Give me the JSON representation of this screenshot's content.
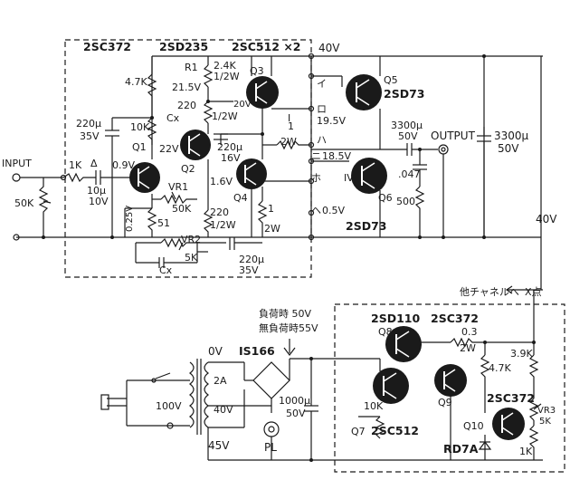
{
  "power_amp": {
    "transistor_types": {
      "t1": "2SC372",
      "t2": "2SD235",
      "t3": "2SC512 ×2",
      "t4": "2SD73",
      "t5": "2SD73"
    },
    "transistors": {
      "q1": "Q1",
      "q2": "Q2",
      "q3": "Q3",
      "q4": "Q4",
      "q5": "Q5",
      "q6": "Q6"
    },
    "resistors": {
      "r1_name": "R1",
      "r1_value": "2.4K",
      "r1_power": "1/2W",
      "r_47k": "4.7K",
      "r_10k": "10K",
      "r_220": "220",
      "r_220_power": "1/2W",
      "r_1k_in": "1K",
      "r_50k_in": "50K",
      "r_51": "51",
      "r_220b": "220",
      "r_220b_power": "1/2W",
      "r_1": "1",
      "r_1_power": "2W",
      "r_1b": "1",
      "r_1b_power": "2W",
      "r_500": "500",
      "vr1_name": "VR1",
      "vr1_value": "50K",
      "vr2_name": "VR2",
      "vr2_value": "5K"
    },
    "capacitors": {
      "c_in": "10μ",
      "c_in_v": "10V",
      "c_220_35": "220μ",
      "c_220_35_v": "35V",
      "c_220_16": "220μ",
      "c_220_16_v": "16V",
      "c_220_fb": "220μ",
      "c_220_fb_v": "35V",
      "c_3300_out": "3300μ",
      "c_3300_out_v": "50V",
      "c_047": ".047",
      "c_3300_sup": "3300μ",
      "c_3300_sup_v": "50V",
      "cx1": "Cx",
      "cx2": "Cx",
      "delta": "Δ"
    },
    "voltages": {
      "v40": "40V",
      "v21_5": "21.5V",
      "v20": "20V",
      "v19_5": "19.5V",
      "v22": "22V",
      "v18_5": "18.5V",
      "v0_9": "0.9V",
      "v1_6": "1.6V",
      "v0_25": "0.25V",
      "v0_5": "0.5V",
      "v40_supply": "40V"
    },
    "nodes": {
      "i": "イ",
      "ro": "ロ",
      "ha": "ハ",
      "ni": "ニ",
      "ho": "ホ",
      "he": "ヘ",
      "roman_i": "I",
      "roman_iv": "IV"
    },
    "io": {
      "input": "INPUT",
      "output": "OUTPUT"
    }
  },
  "power_supply": {
    "load_on": "負荷時 50V",
    "load_off": "無負荷時55V",
    "to_other_ch": "他チャネルへ",
    "x_point": "X点",
    "diode": "IS166",
    "tap_0v": "0V",
    "fuse_2a": "2A",
    "tap_40v": "40V",
    "tap_45v": "45V",
    "tap_100v": "100V",
    "pilot_lamp": "PL",
    "cap_1000": "1000μ",
    "cap_1000_v": "50V",
    "regulator": {
      "q8_type": "2SD110",
      "q8": "Q8",
      "q9_type": "2SC372",
      "q9": "Q9",
      "q7": "Q7",
      "q7_type": "2SC512",
      "q10": "Q10",
      "q10_type": "2SC372",
      "r_0_3": "0.3",
      "r_0_3_power": "2W",
      "r_47k": "4.7K",
      "r_39k": "3.9K",
      "r_10k": "10K",
      "r_1k": "1K",
      "vr3": "VR3",
      "vr3_value": "5K",
      "zener": "RD7A"
    }
  }
}
